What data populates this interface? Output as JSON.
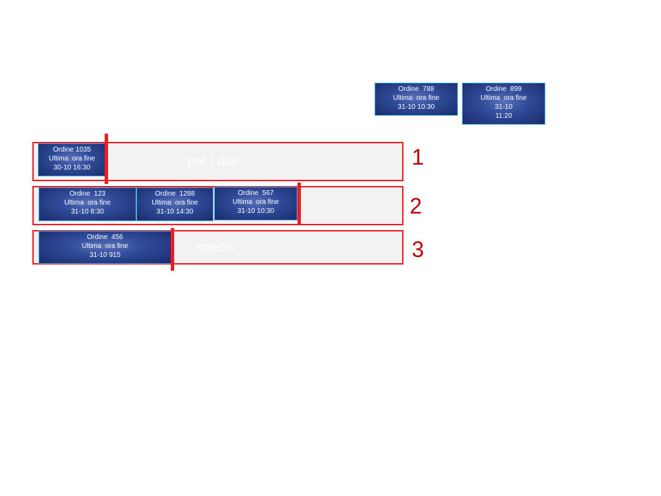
{
  "queue": [
    {
      "title": "Ordine  788",
      "subtitle": "Ultima  ora fine",
      "time": "31-10 10:30"
    },
    {
      "title": "Ordine  899",
      "subtitle": "Ultima  ora fine",
      "time": "31-10",
      "time2": "11:20"
    }
  ],
  "lanes": [
    {
      "number": "1",
      "overlay_text": "per I dati",
      "orders": [
        {
          "title": "Ordine 1035",
          "subtitle": "Ultima  ora fine",
          "time": "30-10 16:30"
        }
      ]
    },
    {
      "number": "2",
      "overlay_text": "",
      "orders": [
        {
          "title": "Ordine  123",
          "subtitle": "Ultima  ora fine",
          "time": "31-10 8:30"
        },
        {
          "title": "Ordine  1288",
          "subtitle": "Ultima  ora fine",
          "time": "31-10 14:30"
        },
        {
          "title": "Ordine  567",
          "subtitle": "Ultima  ora fine",
          "time": "31-10 10:30"
        }
      ]
    },
    {
      "number": "3",
      "overlay_text": "specif.",
      "orders": [
        {
          "title": "Ordine  456",
          "subtitle": "Ultima  ora fine",
          "time": "31-10 915"
        }
      ]
    }
  ],
  "colors": {
    "lane_border": "#ef1c24",
    "lane_fill": "#f2f2f2",
    "lane_number": "#c00000",
    "box_dark": "#1a2b6a",
    "box_light": "#5b70b8",
    "box_border": "#3fb2e6"
  }
}
